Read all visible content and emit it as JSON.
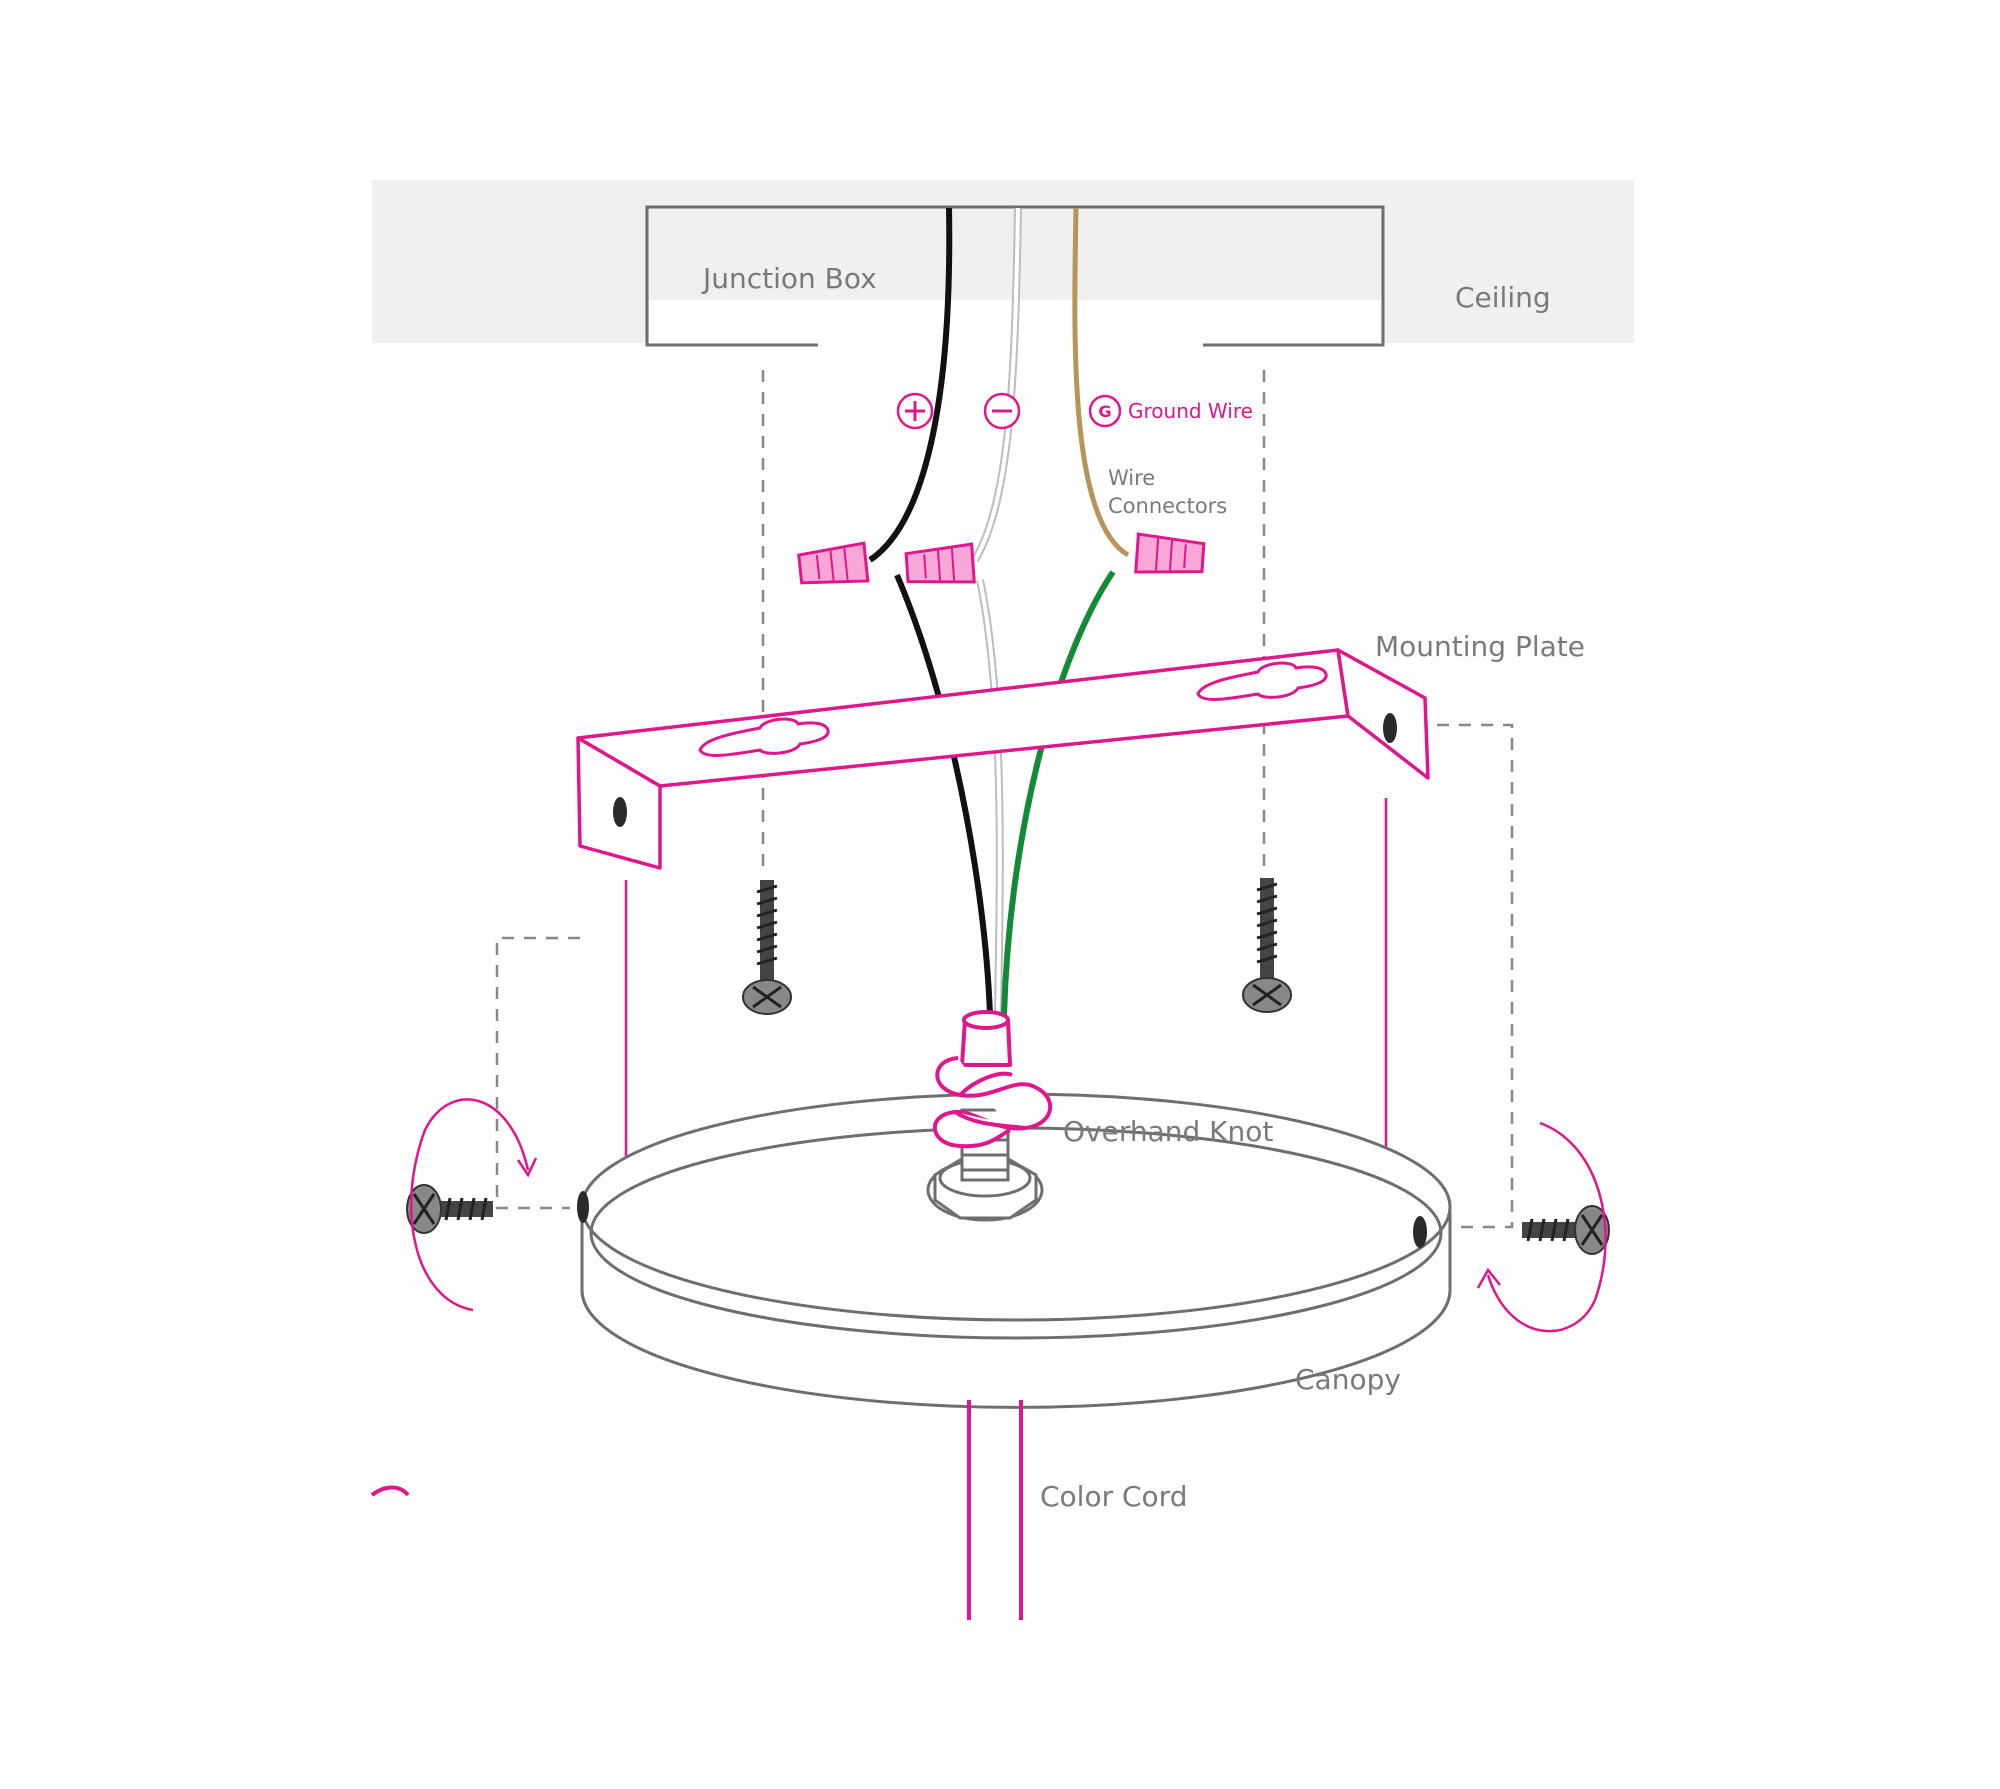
{
  "labels": {
    "junction_box": "Junction Box",
    "ceiling": "Ceiling",
    "ground_wire": "Ground Wire",
    "wire_connectors_line1": "Wire",
    "wire_connectors_line2": "Connectors",
    "mounting_plate": "Mounting Plate",
    "overhand_knot": "Overhand Knot",
    "canopy": "Canopy",
    "color_cord": "Color Cord"
  },
  "symbols": {
    "positive": "+",
    "negative": "−",
    "ground": "G"
  },
  "colors": {
    "accent": "#e0168c",
    "outline": "#6e6e6e",
    "ceiling_band": "#f0f0f0",
    "hot_wire": "#111111",
    "neutral_wire": "#cfcfcf",
    "ground_wire_top": "#b8945a",
    "ground_wire_bottom": "#138a36"
  }
}
